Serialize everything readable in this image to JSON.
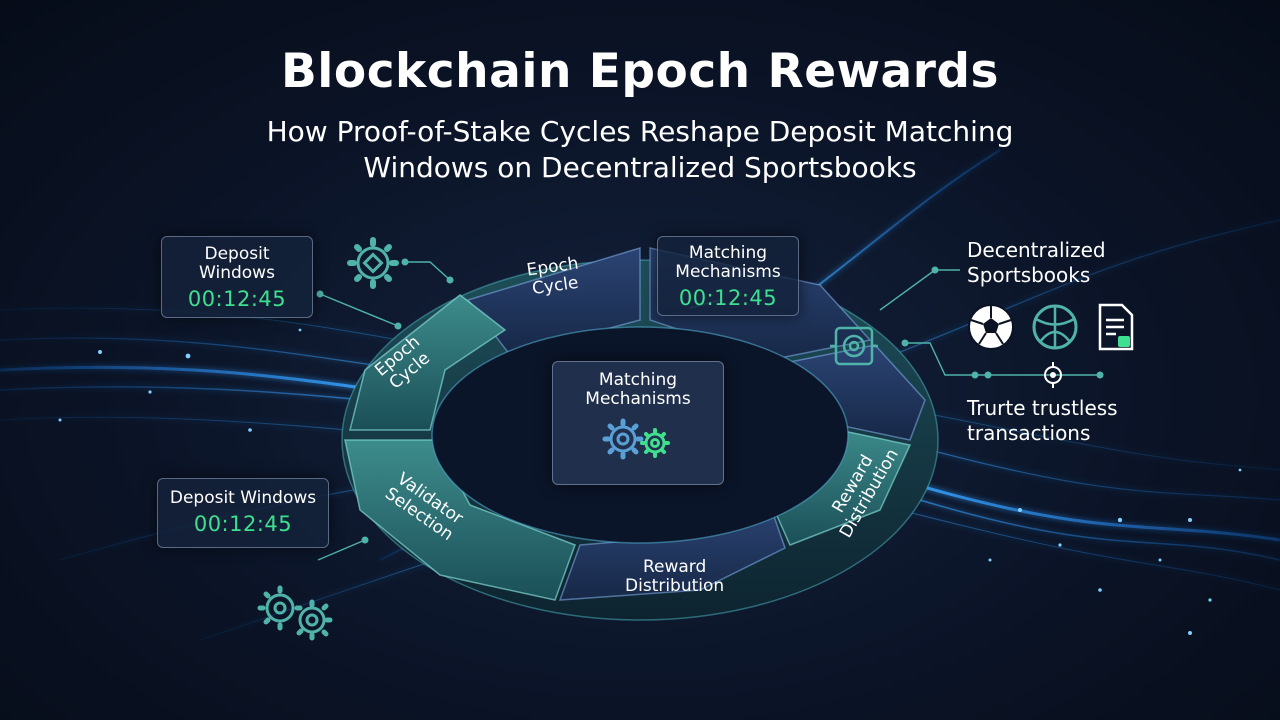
{
  "header": {
    "title": "Blockchain Epoch Rewards",
    "subtitle_line1": "How Proof-of-Stake Cycles Reshape Deposit Matching",
    "subtitle_line2": "Windows on Decentralized Sportsbooks"
  },
  "cards": {
    "top_left": {
      "label_line1": "Deposit",
      "label_line2": "Windows",
      "time": "00:12:45"
    },
    "top_right": {
      "label_line1": "Matching",
      "label_line2": "Mechanisms",
      "time": "00:12:45"
    },
    "bottom_left": {
      "label": "Deposit Windows",
      "time": "00:12:45"
    },
    "center": {
      "label_line1": "Matching",
      "label_line2": "Mechanisms"
    }
  },
  "ring_segments": {
    "top": {
      "line1": "Epoch",
      "line2": "Cycle"
    },
    "left_upper": {
      "line1": "Epoch",
      "line2": "Cycle"
    },
    "left_lower": {
      "line1": "Validator",
      "line2": "Selection"
    },
    "bottom": {
      "line1": "Reward",
      "line2": "Distribution"
    },
    "right_lower": {
      "line1": "Reward",
      "line2": "Distribution"
    }
  },
  "right_panel": {
    "heading_line1": "Decentralized",
    "heading_line2": "Sportsbooks",
    "caption_line1": "Trurte trustless",
    "caption_line2": "transactions",
    "icons": [
      "soccer-ball-icon",
      "basketball-icon",
      "document-icon"
    ]
  },
  "colors": {
    "background": "#0a1224",
    "accent_teal": "#3fb3a8",
    "accent_blue": "#2f7fe0",
    "timer_green": "#3ee08f",
    "ring_teal": "#1f5f66",
    "ring_navy": "#1d3057"
  }
}
